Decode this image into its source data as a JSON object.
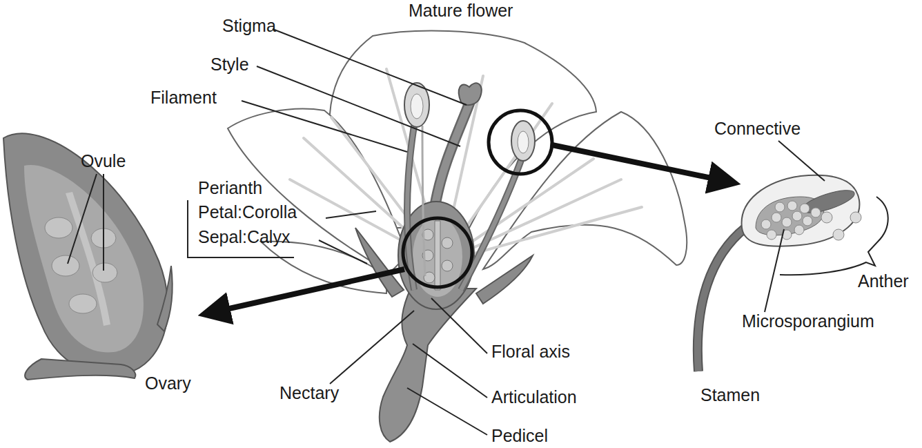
{
  "diagram": {
    "title": "Mature flower",
    "labels": [
      "Stigma",
      "Style",
      "Filament",
      "Perianth",
      "Petal:Corolla",
      "Sepal:Calyx",
      "Ovule",
      "Ovary",
      "Nectary",
      "Floral axis",
      "Articulation",
      "Pedicel",
      "Connective",
      "Anther",
      "Microsporangium",
      "Stamen"
    ]
  }
}
